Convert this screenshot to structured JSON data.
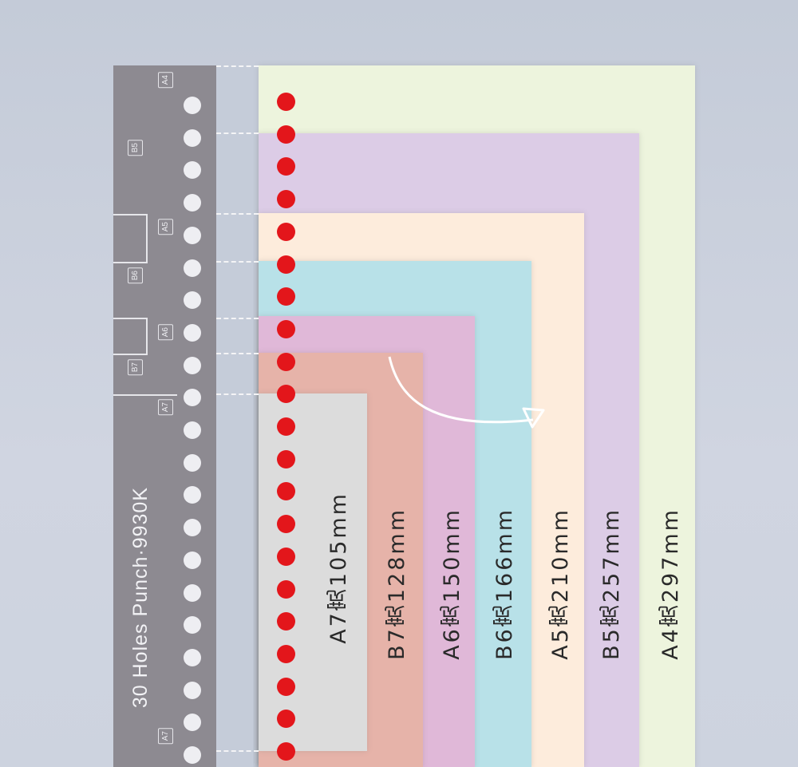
{
  "ruler": {
    "title": "30 Holes Punch·9930K",
    "markers": [
      "A4",
      "B5",
      "A5",
      "B6",
      "A6",
      "B7",
      "A7",
      "A7"
    ],
    "hole_count": 21
  },
  "punch_dot_count": 21,
  "sheets": [
    {
      "size": "A4",
      "label": "A4宽297mm",
      "color": "#edf4dd"
    },
    {
      "size": "B5",
      "label": "B5宽257mm",
      "color": "#dccce6"
    },
    {
      "size": "A5",
      "label": "A5宽210mm",
      "color": "#fdecdc"
    },
    {
      "size": "B6",
      "label": "B6宽166mm",
      "color": "#b8e1e8"
    },
    {
      "size": "A6",
      "label": "A6宽150mm",
      "color": "#e0b8d8"
    },
    {
      "size": "B7",
      "label": "B7宽128mm",
      "color": "#e6b3a9"
    },
    {
      "size": "A7",
      "label": "A7宽105mm",
      "color": "#dcdcdc"
    }
  ],
  "colors": {
    "ruler": "#8d8a91",
    "punch_dot": "#e3161b",
    "background": "#c9cfdc"
  }
}
